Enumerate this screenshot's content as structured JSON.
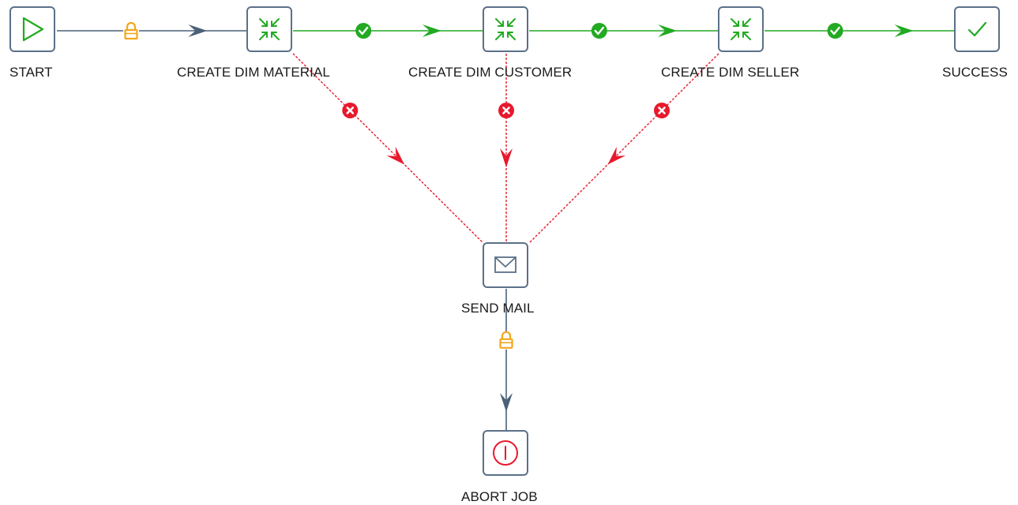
{
  "colors": {
    "node_border": "#5b7088",
    "hop_unconditional": "#4a6178",
    "hop_success": "#22aa22",
    "hop_error": "#e8192c",
    "lock": "#f2a71b",
    "start_icon": "#22aa22",
    "transform_icon": "#22aa22",
    "success_icon": "#22aa22",
    "mail_icon": "#5b7088",
    "abort_icon": "#e8192c"
  },
  "nodes": [
    {
      "id": "start",
      "label": "START",
      "icon": "play-icon"
    },
    {
      "id": "create-dim-material",
      "label": "CREATE DIM MATERIAL",
      "icon": "transform-icon"
    },
    {
      "id": "create-dim-customer",
      "label": "CREATE DIM CUSTOMER",
      "icon": "transform-icon"
    },
    {
      "id": "create-dim-seller",
      "label": "CREATE DIM SELLER",
      "icon": "transform-icon"
    },
    {
      "id": "success",
      "label": "SUCCESS",
      "icon": "check-icon"
    },
    {
      "id": "send-mail",
      "label": "SEND MAIL",
      "icon": "mail-icon"
    },
    {
      "id": "abort-job",
      "label": "ABORT JOB",
      "icon": "abort-icon"
    }
  ],
  "hops": [
    {
      "from": "start",
      "to": "create-dim-material",
      "type": "unconditional",
      "badge": "lock-icon"
    },
    {
      "from": "create-dim-material",
      "to": "create-dim-customer",
      "type": "success",
      "badge": "check-circle-icon"
    },
    {
      "from": "create-dim-customer",
      "to": "create-dim-seller",
      "type": "success",
      "badge": "check-circle-icon"
    },
    {
      "from": "create-dim-seller",
      "to": "success",
      "type": "success",
      "badge": "check-circle-icon"
    },
    {
      "from": "create-dim-material",
      "to": "send-mail",
      "type": "error",
      "badge": "error-circle-icon"
    },
    {
      "from": "create-dim-customer",
      "to": "send-mail",
      "type": "error",
      "badge": "error-circle-icon"
    },
    {
      "from": "create-dim-seller",
      "to": "send-mail",
      "type": "error",
      "badge": "error-circle-icon"
    },
    {
      "from": "send-mail",
      "to": "abort-job",
      "type": "unconditional",
      "badge": "lock-icon"
    }
  ]
}
